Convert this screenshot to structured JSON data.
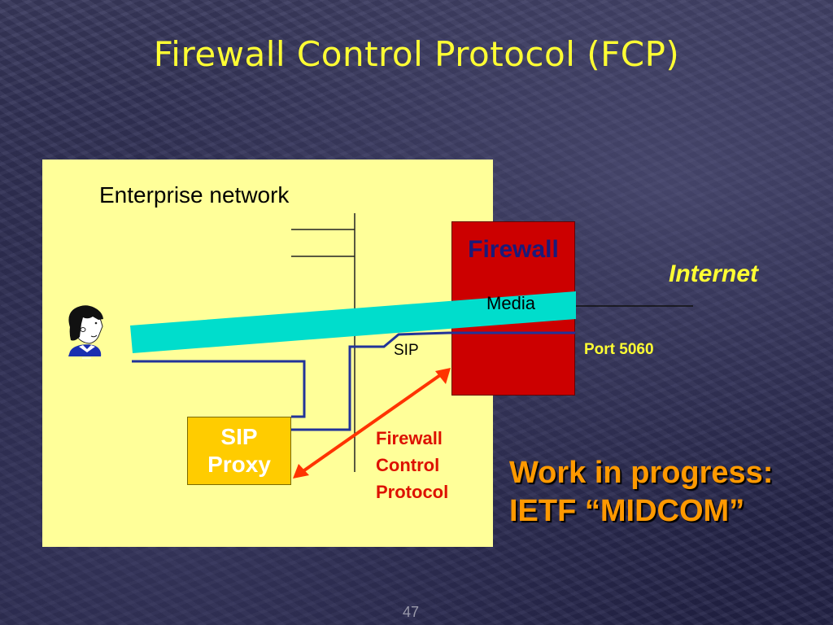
{
  "slide": {
    "title": "Firewall Control Protocol (FCP)",
    "page_number": "47"
  },
  "diagram": {
    "enterprise_label": "Enterprise network",
    "firewall_label": "Firewall",
    "media_label": "Media",
    "internet_label": "Internet",
    "sip_label": "SIP",
    "port_label": "Port 5060",
    "sip_proxy": {
      "line1": "SIP",
      "line2": "Proxy"
    },
    "fcp": {
      "line1": "Firewall",
      "line2": "Control",
      "line3": "Protocol"
    },
    "wip": {
      "line1": "Work in progress:",
      "line2": "IETF “MIDCOM”"
    },
    "user_icon": "person-icon",
    "colors": {
      "panel": "#ffff99",
      "firewall": "#cc0000",
      "firewall_label": "#1a1a7a",
      "media_pipe": "#00ddcc",
      "signal_line": "#223399",
      "fcp_arrow": "#ff3300",
      "sip_proxy": "#ffcc00",
      "title": "#ffff33",
      "wip": "#ff9900"
    }
  }
}
